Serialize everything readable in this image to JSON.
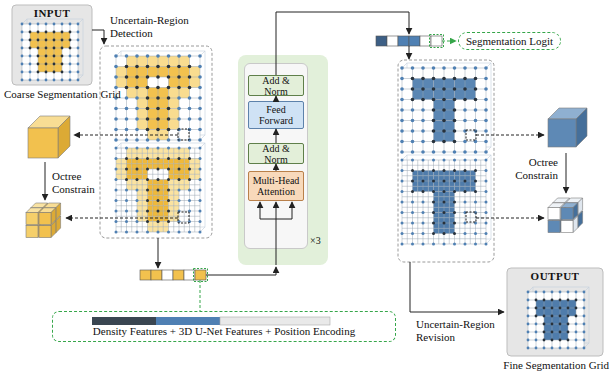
{
  "diagram": {
    "nodes": [
      {
        "text": [
          "INPUT",
          "Coarse Segmentation Grid"
        ]
      },
      {
        "text": [
          "×3"
        ]
      },
      {
        "text": [
          "Add & Norm"
        ],
        "in": 1
      },
      {
        "text": [
          "Feed Forward"
        ],
        "in": 1
      },
      {
        "text": [
          "Add & Norm"
        ],
        "in": 1
      },
      {
        "text": [
          "Multi-Head Attention"
        ],
        "in": 1
      },
      {
        "text": [
          "Segmentation Logit"
        ]
      },
      {
        "text": [
          "OUTPUT",
          "Fine Segmentation Grid"
        ]
      },
      {
        "text": [
          "Density Features + 3D U-Net Features + Position Encoding"
        ]
      }
    ],
    "edges": [
      {
        "from": 5,
        "to": 4,
        "arrow": "to"
      },
      {
        "from": 4,
        "to": 3,
        "arrow": "to"
      },
      {
        "from": 3,
        "to": 2,
        "arrow": "to"
      }
    ],
    "labels": [
      "Uncertain-Region Detection",
      "Octree Constrain",
      "Octree Constrain",
      "Uncertain-Region Revision"
    ]
  }
}
